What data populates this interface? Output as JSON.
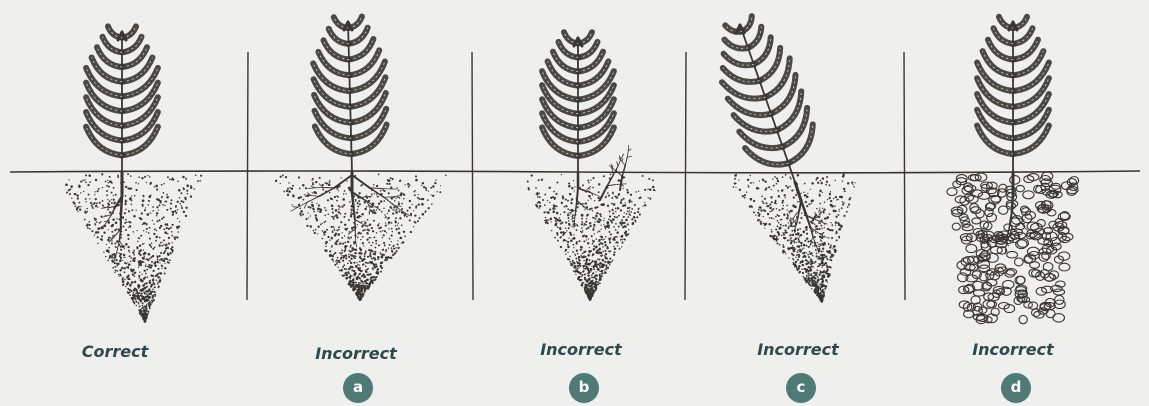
{
  "panels": [
    {
      "caption": "Correct",
      "badge": ""
    },
    {
      "caption": "Incorrect",
      "badge": "a"
    },
    {
      "caption": "Incorrect",
      "badge": "b"
    },
    {
      "caption": "Incorrect",
      "badge": "c"
    },
    {
      "caption": "Incorrect",
      "badge": "d"
    }
  ],
  "colors": {
    "background": "#efefed",
    "ink": "#3a3632",
    "caption": "#2e4a4a",
    "badge": "#4f7a76"
  }
}
